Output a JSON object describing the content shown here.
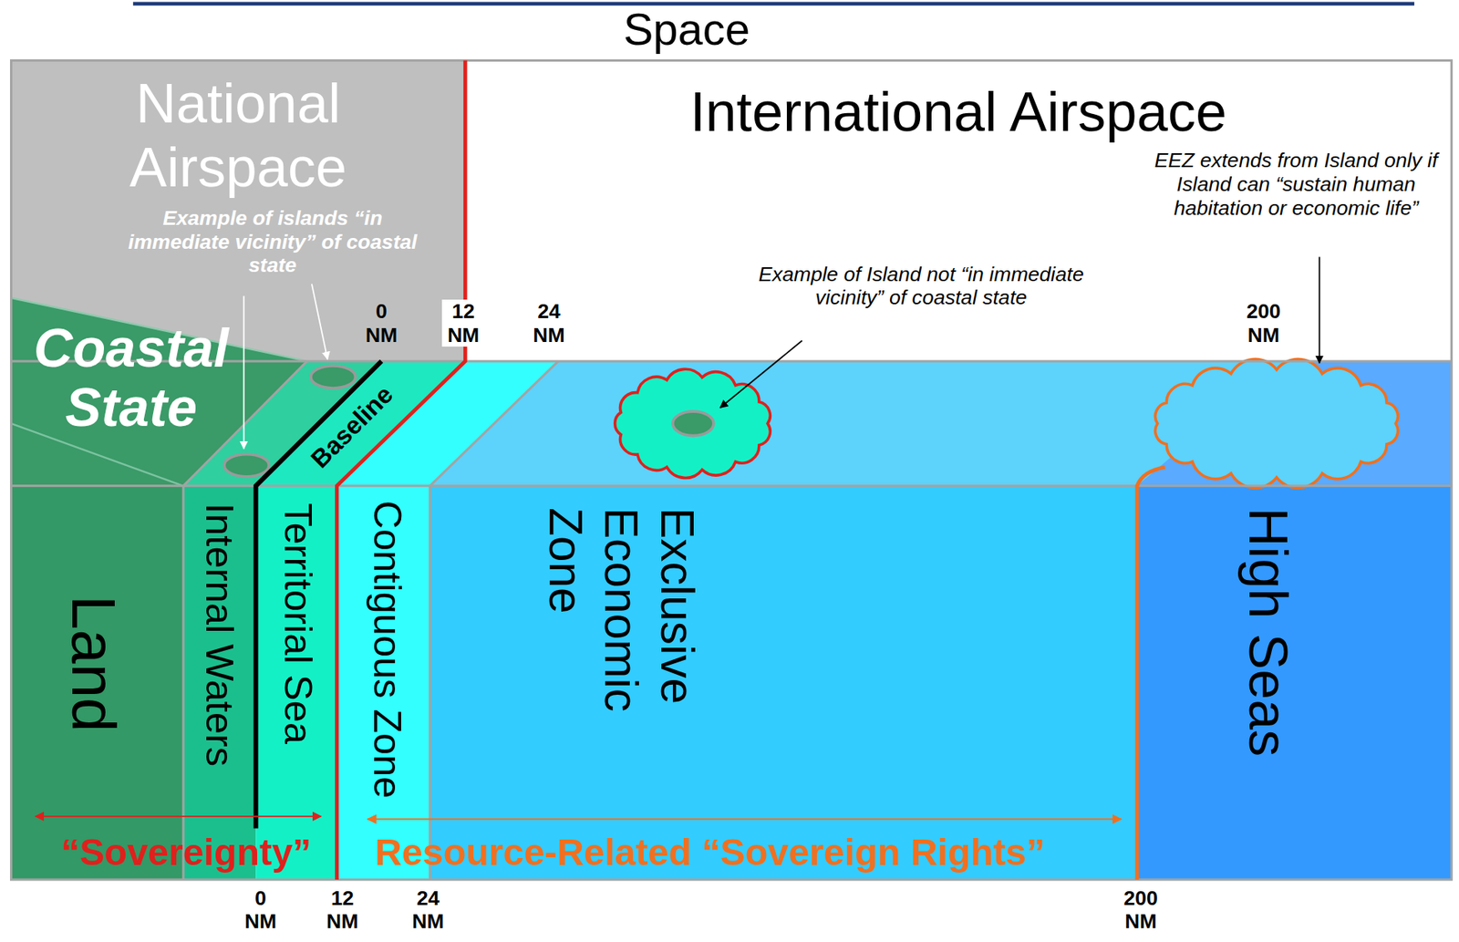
{
  "diagram": {
    "nodes": [
      {
        "text": [
          "National Airspace"
        ]
      },
      {
        "text": [
          "International Airspace"
        ]
      },
      {
        "text": [
          "Coastal State"
        ]
      },
      {
        "text": [
          "Land"
        ]
      },
      {
        "text": [
          "Internal Waters"
        ]
      },
      {
        "text": [
          "Territorial Sea"
        ]
      },
      {
        "text": [
          "Contiguous Zone"
        ]
      },
      {
        "text": [
          "Exclusive Economic Zone"
        ]
      },
      {
        "text": [
          "High Seas"
        ]
      }
    ],
    "labels": [
      "Space",
      "Example of islands “in immediate vicinity” of coastal state",
      "0 NM",
      "12 NM",
      "24 NM",
      "Example of Island not “in immediate vicinity” of coastal state",
      "EEZ extends from Island only if Island can “sustain human habitation or economic life”",
      "200 NM",
      "Baseline",
      "“Sovereignty”",
      "Resource-Related “Sovereign Rights”",
      "0 NM",
      "12 NM",
      "24 NM",
      "200 NM"
    ]
  }
}
